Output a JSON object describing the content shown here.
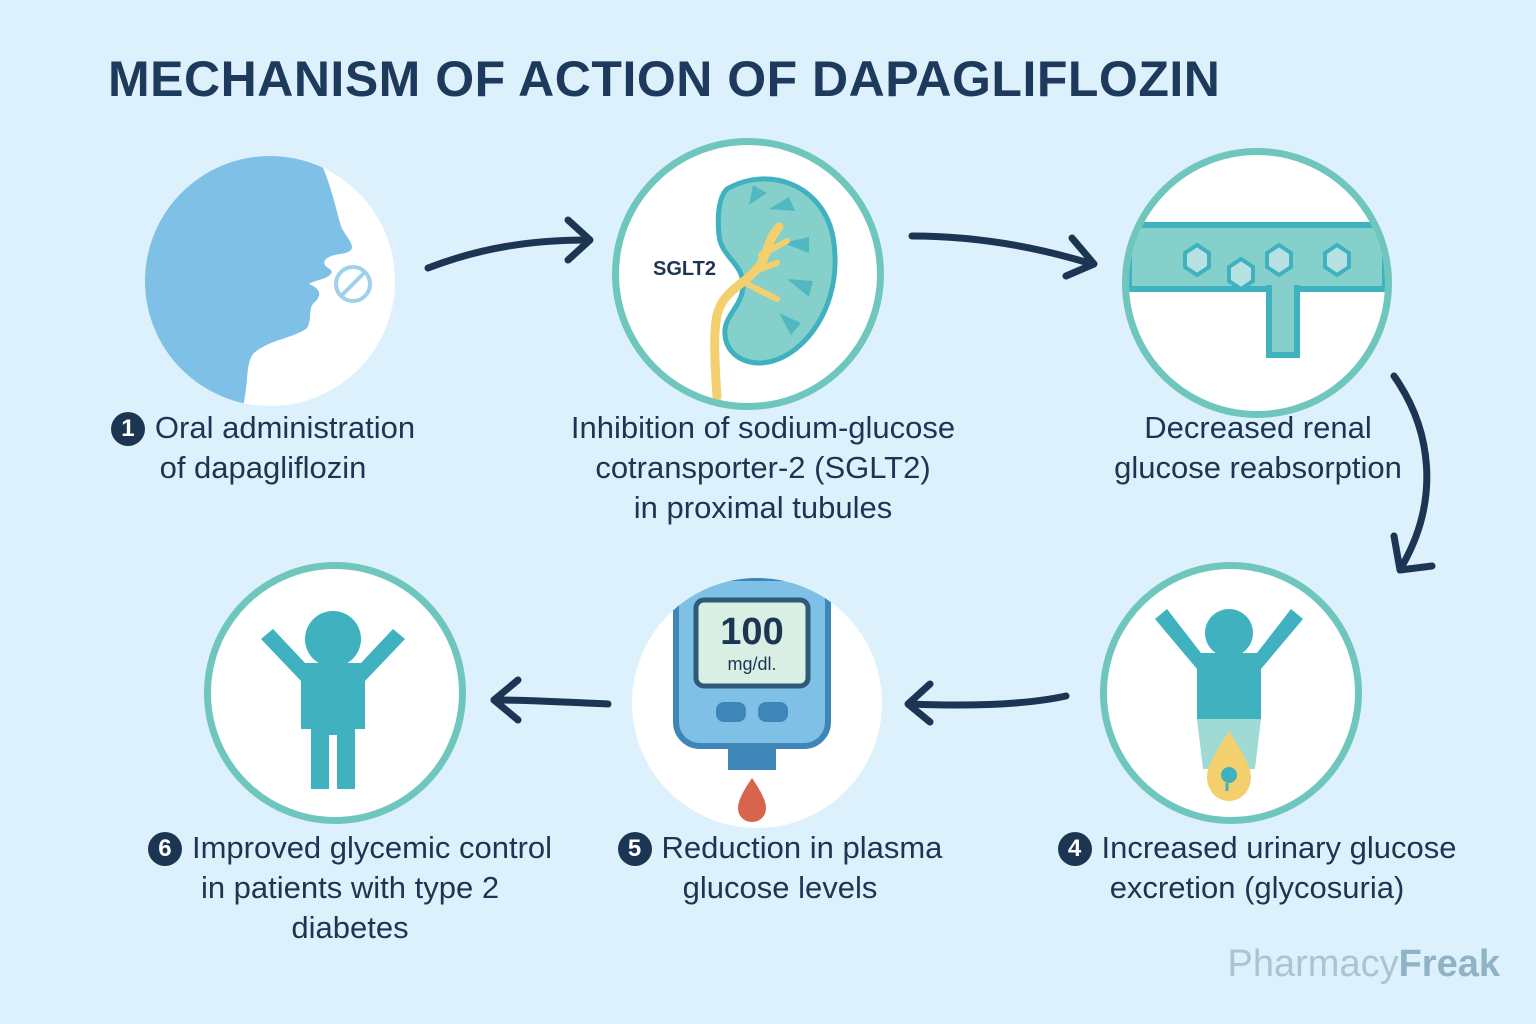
{
  "title": "MECHANISM OF ACTION OF DAPAGLIFLOZIN",
  "steps": [
    {
      "number": "1",
      "lines": [
        "Oral administration",
        "of dapagliflozin"
      ]
    },
    {
      "number": "",
      "lines": [
        "Inhibition of sodium-glucose",
        "cotransporter-2 (SGLT2)",
        "in proximal tubules"
      ],
      "image_label": "SGLT2"
    },
    {
      "number": "",
      "lines": [
        "Decreased renal",
        "glucose reabsorption"
      ]
    },
    {
      "number": "4",
      "lines": [
        "Increased urinary glucose",
        "excretion (glycosuria)"
      ]
    },
    {
      "number": "5",
      "lines": [
        "Reduction in plasma",
        "glucose levels"
      ],
      "meter_value": "100",
      "meter_unit": "mg/dl."
    },
    {
      "number": "6",
      "lines": [
        "Improved glycemic control",
        "in patients with type 2",
        "diabetes"
      ]
    }
  ],
  "brand": {
    "part1": "Pharmacy",
    "part2": "Freak"
  },
  "colors": {
    "navy": "#1c3552",
    "teal": "#3fb1bf",
    "mint": "#6fc6bd",
    "sky": "#7fc0e6",
    "background": "#dcf1fb",
    "yellow": "#f4cf6e",
    "blood": "#d9644e"
  }
}
